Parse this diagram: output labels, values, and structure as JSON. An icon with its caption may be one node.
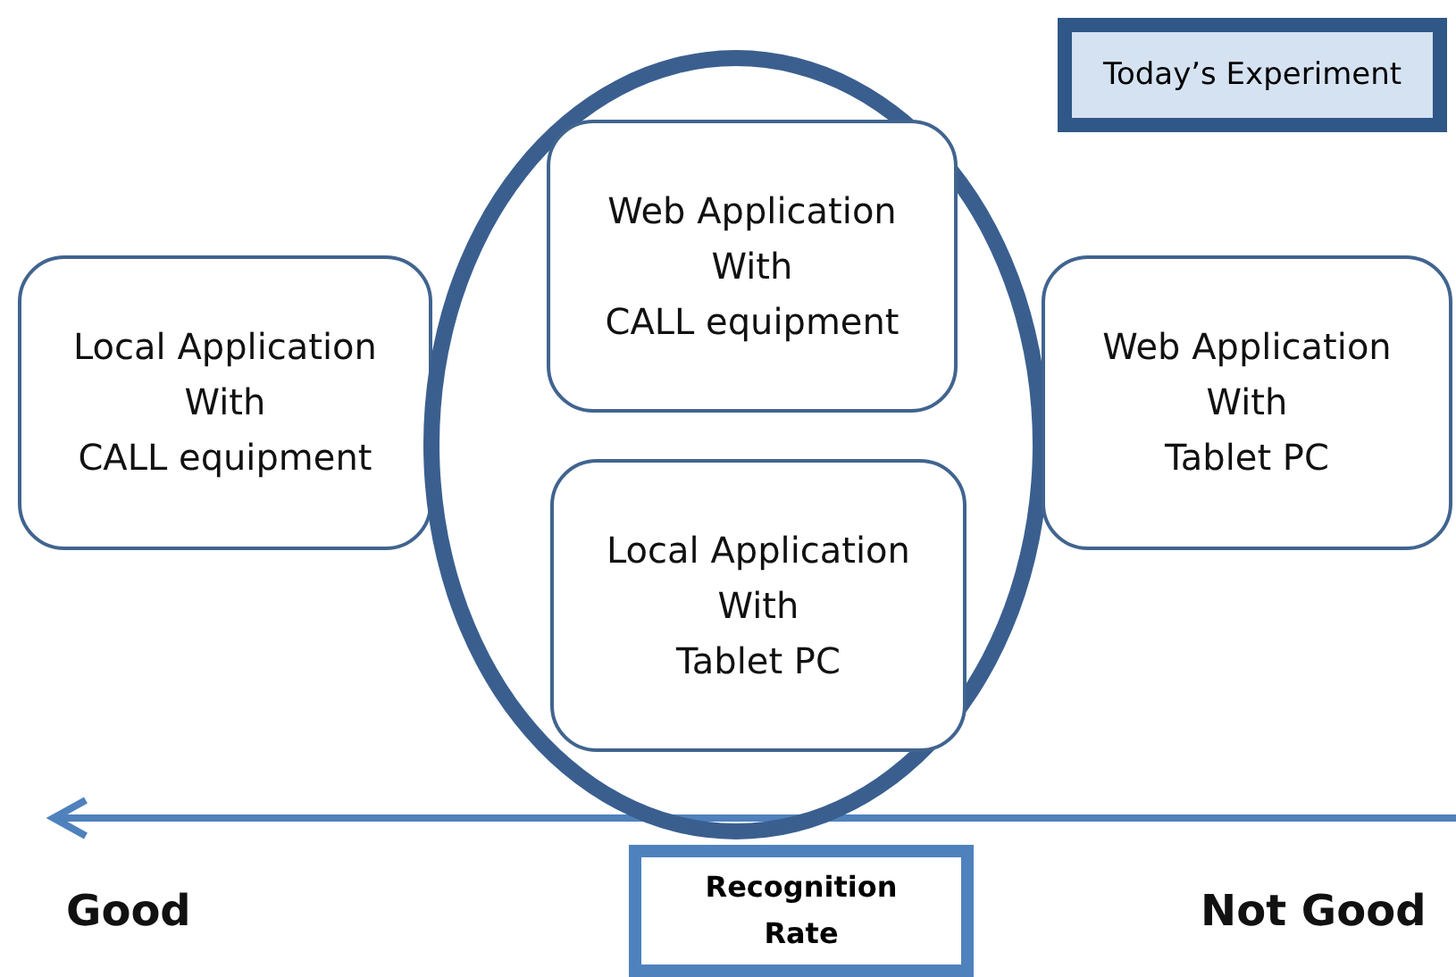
{
  "diagram": {
    "nodes": [
      {
        "text": [
          "Today’s Experiment"
        ]
      },
      {
        "text": [
          "Local Application With CALL equipment"
        ]
      },
      {
        "text": [],
        "shape": "ellipse"
      },
      {
        "text": [
          "Web Application With CALL equipment"
        ],
        "in": 2
      },
      {
        "text": [
          "Local Application With Tablet PC"
        ],
        "in": 2
      },
      {
        "text": [
          "Web Application With Tablet PC"
        ]
      },
      {
        "text": [
          "Recognition Rate"
        ]
      }
    ],
    "labels": [
      "Good",
      "Not Good"
    ]
  }
}
